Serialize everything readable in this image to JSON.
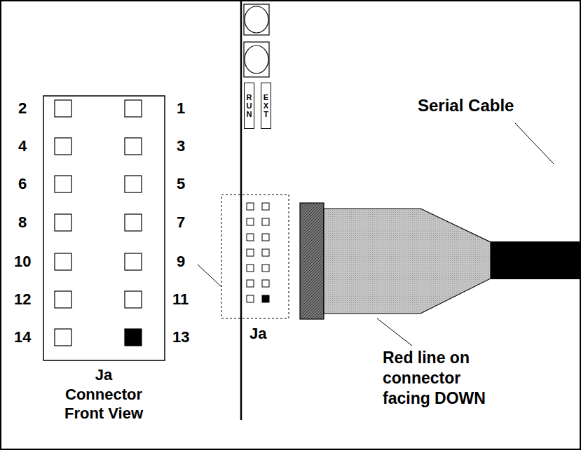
{
  "diagram": {
    "nodes": [
      {
        "text": [
          "RUN"
        ]
      },
      {
        "text": [
          "EXT"
        ]
      }
    ],
    "labels": [
      "14",
      "13",
      "12",
      "11",
      "10",
      "9",
      "8",
      "7",
      "6",
      "5",
      "4",
      "3",
      "2",
      "1",
      "Ja Connector Front View",
      "Ja",
      "Serial Cable",
      "Red line on connector facing DOWN"
    ]
  }
}
